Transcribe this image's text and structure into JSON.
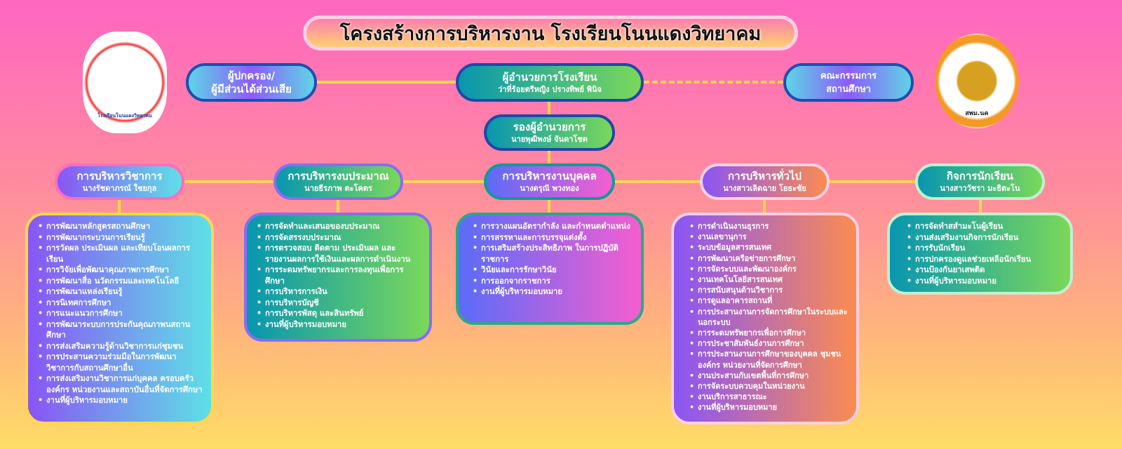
{
  "title": "โครงสร้างการบริหารงาน โรงเรียนโนนแดงวิทยาคม",
  "logos": {
    "left_text": "โรงเรียนโนนแดงวิทยาคม",
    "right_text": "สพม.นค"
  },
  "top": {
    "parents": {
      "line1": "ผู้ปกครอง/",
      "line2": "ผู้มีส่วนได้ส่วนเสีย"
    },
    "director": {
      "title": "ผู้อำนวยการโรงเรียน",
      "name": "ว่าที่ร้อยตรีหญิง ปรางทิพย์  พินิจ"
    },
    "committee": {
      "line1": "คณะกรรมการ",
      "line2": "สถานศึกษา"
    },
    "deputy": {
      "title": "รองผู้อำนวยการ",
      "name": "นายพุฒิพงษ์  จันดาโชต"
    }
  },
  "departments": [
    {
      "title": "การบริหารวิชาการ",
      "name": "นางรัชดาภรณ์  ใชยกุล",
      "items": [
        "การพัฒนาหลักสูตรสถานศึกษา",
        "การพัฒนากระบวนการเรียนรู้",
        "การวัดผล  ประเมินผล และเทียบโอนผลการเรียน",
        "การวิจัยเพื่อพัฒนาคุณภาพการศึกษา",
        "การพัฒนาสื่อ  นวัตกรรมและเทคโนโลยี",
        "การพัฒนาแหล่งเรียนรู้",
        "การนิเทศการศึกษา",
        "การแนะแนวการศึกษา",
        "การพัฒนาระบบการประกันคุณภาพนสถานศึกษา",
        "การส่งเสริมความรู้ด้านวิชาการแก่ชุมชน",
        "การประสานความร่วมมือในการพัฒนาวิชาการกับสถานศึกษาอื่น",
        "การส่งเสริมงานวิชาการแก่บุคคล ครอบครัว องค์กร หน่วยงานและสถาบันอื่นที่จัดการศึกษา",
        "งานที่ผู้บริหารมอบหมาย"
      ]
    },
    {
      "title": "การบริหารงบประมาณ",
      "name": "นายธีรภาพ   ตะโคตร",
      "items": [
        "การจัดทำและเสนอของบประมาณ",
        "การจัดสรรงบประมาณ",
        "การตรวจสอบ  ติดตาม  ประเมินผล และรายงานผลการใช้เงินและผลการดำเนินงาน",
        "การระดมทรัพยากรและการลงทุนเพื่อการศึกษา",
        "การบริหารการเงิน",
        "การบริหารบัญชี",
        "การบริหารพัสดุ และสินทรัพย์",
        "งานที่ผู้บริหารมอบหมาย"
      ]
    },
    {
      "title": "การบริหารงานบุคคล",
      "name": "นางดรุณี   พวงทอง",
      "items": [
        "การวางแผนอัตรากำลัง  และกำหนดตำแหน่ง",
        "การสรรหาและการบรรจุแต่งตั้ง",
        "การเสริมสร้างประสิทธิภาพ ในการปฏิบัติราชการ",
        "วินัยและการรักษาวินัย",
        "การออกจากราชการ",
        "งานที่ผู้บริหารมอบหมาย"
      ]
    },
    {
      "title": "การบริหารทั่วไป",
      "name": "นางสาวเลิดฉาย  โยธะชัย",
      "items": [
        "การดำเนินงานธุรการ",
        "งานเลขานุการ",
        "ระบบข้อมูลสารสนเทศ",
        "การพัฒนาเครือข่ายการศึกษา",
        "การจัดระบบและพัฒนาองค์กร",
        "งานเทคโนโลยีสารสนเทศ",
        "การสนับสนุนด้านวิชาการ",
        "การดูแลอาคารสถานที่",
        "การประสานงานการจัดการศึกษาในระบบและนอกระบบ",
        "การระดมทรัพยากรเพื่อการศึกษา",
        "การประชาสัมพันธ์งานการศึกษา",
        "การประสานงานการศึกษาของบุคคล ชุมชน  องค์กร หน่วยงานที่จัดการศึกษา",
        "งานประสานกับเขตพื้นที่การศึกษา",
        "การจัดระบบควบคุมในหน่วยงาน",
        "งานบริการสาธารณะ",
        "งานที่ผู้บริหารมอบหมาย"
      ]
    },
    {
      "title": "กิจการนักเรียน",
      "name": "นางสาววัชรา  มะธิตะโน",
      "items": [
        "การจัดทำสสำมะโนผู้เรียน",
        "งานส่งเสริมงานกิจการนักเรียน",
        "การรับนักเรียน",
        "การปกครองดูแลช่วยเหลือนักเรียน",
        "งานป้องกันยาเสพติด",
        "งานที่ผู้บริหารมอบหมาย"
      ]
    }
  ]
}
